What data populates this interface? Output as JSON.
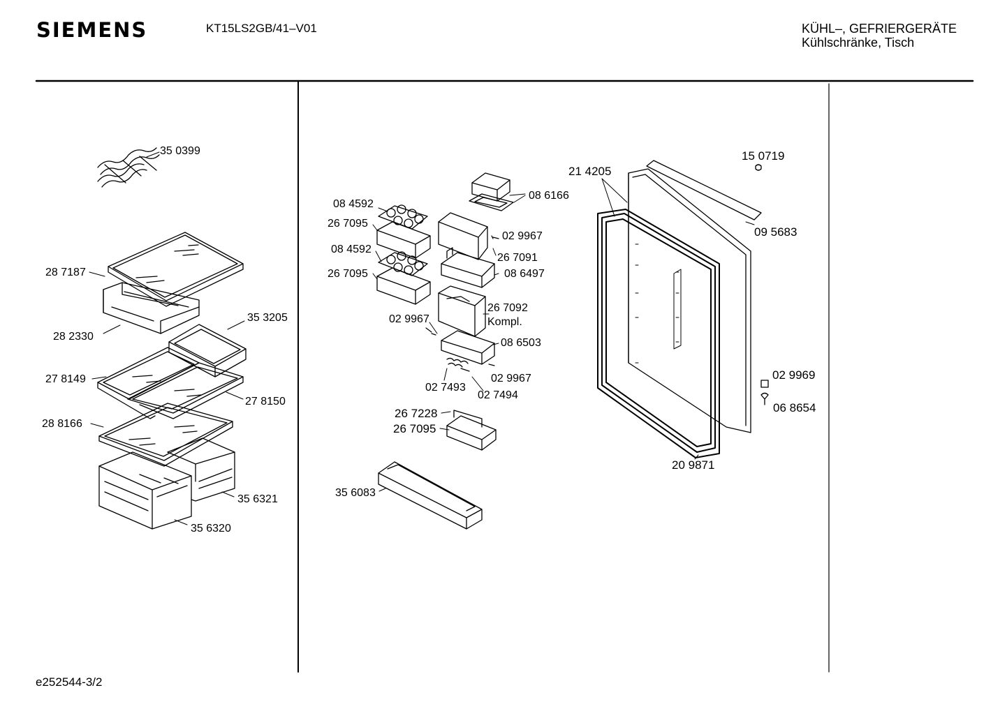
{
  "header": {
    "brand": "SIEMENS",
    "model": "KT15LS2GB/41–V01",
    "category_line1": "KÜHL–, GEFRIERGERÄTE",
    "category_line2": "Kühlschränke, Tisch"
  },
  "footer": {
    "doc_id": "e252544-3/2"
  },
  "parts_left": [
    "35 0399",
    "28 7187",
    "28 2330",
    "35 3205",
    "27 8149",
    "27 8150",
    "28 8166",
    "35 6321",
    "35 6320"
  ],
  "parts_middle": [
    "08 6166",
    "08 4592",
    "26 7095",
    "02 9967",
    "08 4592",
    "26 7091",
    "26 7095",
    "08 6497",
    "26 7092",
    "Kompl.",
    "02 9967",
    "08 6503",
    "02 9967",
    "02 7493",
    "02 7494",
    "26 7228",
    "26 7095",
    "35 6083"
  ],
  "parts_right": [
    "15 0719",
    "21 4205",
    "09 5683",
    "02 9969",
    "06 8654",
    "20 9871"
  ],
  "colors": {
    "ink": "#000000",
    "paper": "#ffffff"
  }
}
